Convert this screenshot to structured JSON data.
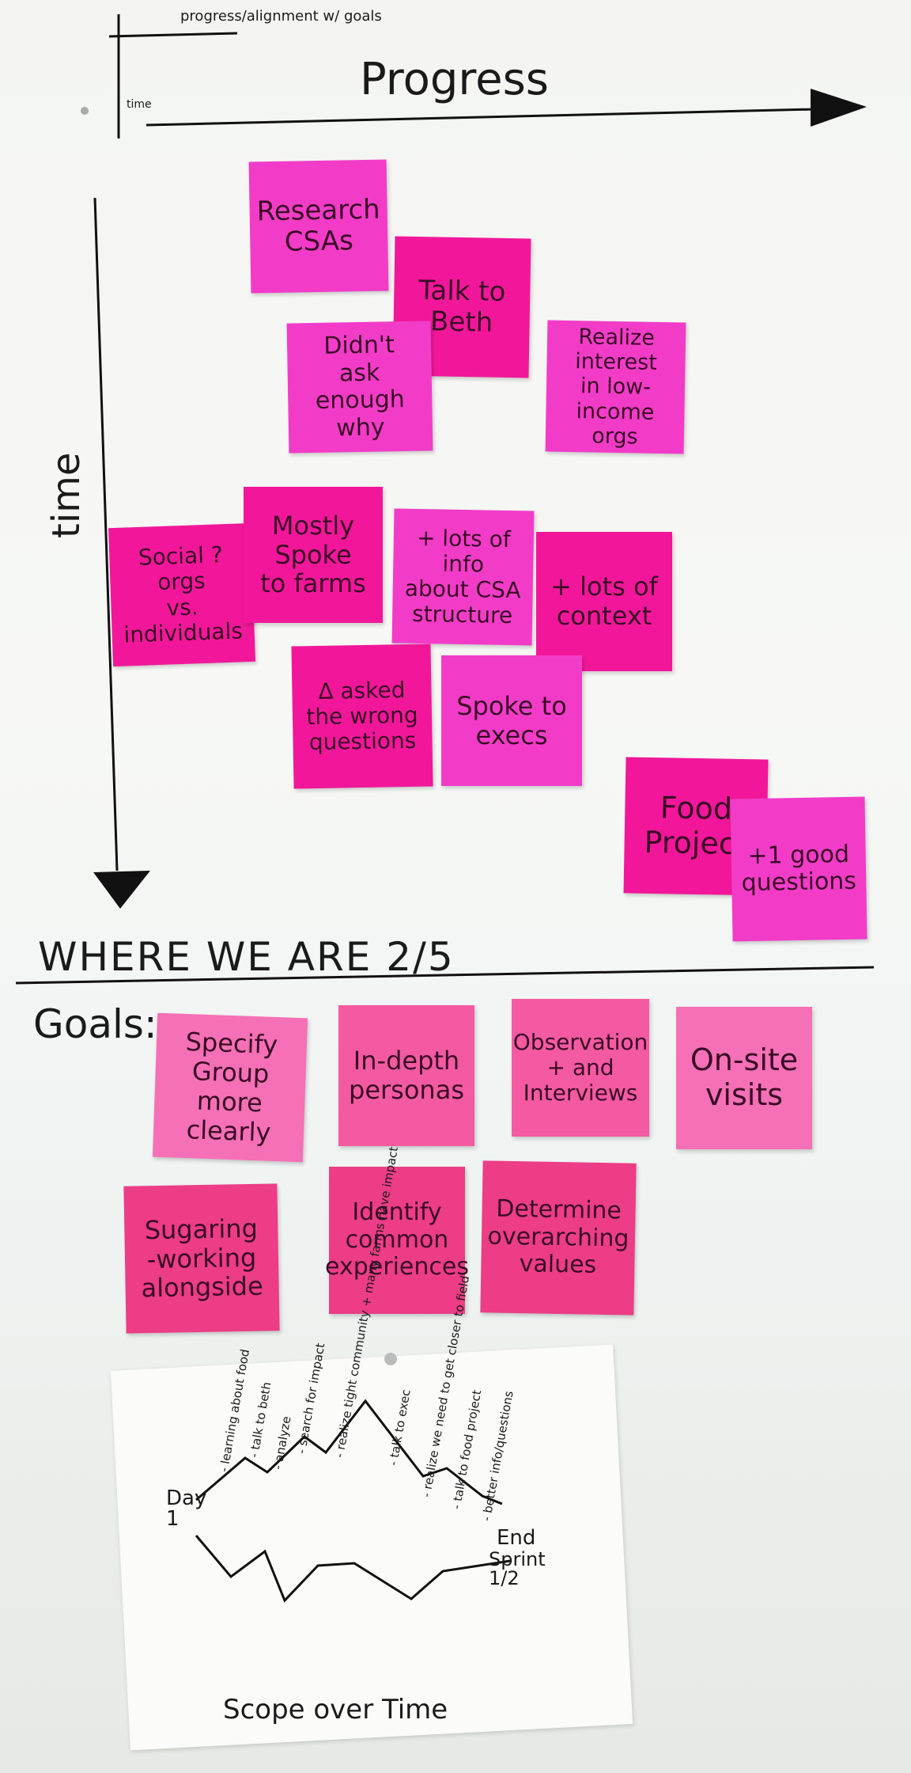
{
  "legend": {
    "axis_note_top": "progress/alignment w/ goals",
    "axis_note_side": "time"
  },
  "headings": {
    "progress": "Progress",
    "time": "time",
    "where_we_are": "WHERE WE ARE 2/5",
    "goals": "Goals:"
  },
  "progress_notes": [
    {
      "text": "Research\nCSAs"
    },
    {
      "text": "Talk to\nBeth"
    },
    {
      "text": "Didn't\nask enough\nwhy"
    },
    {
      "text": "Realize\ninterest\nin low-income\norgs"
    },
    {
      "text": "Social ?\norgs\nvs.\nindividuals"
    },
    {
      "text": "Mostly\nSpoke\nto farms"
    },
    {
      "text": "+ lots of\ninfo\nabout CSA\nstructure"
    },
    {
      "text": "+ lots of\ncontext"
    },
    {
      "text": "Δ asked\nthe wrong\nquestions"
    },
    {
      "text": "Spoke to\nexecs"
    },
    {
      "text": "Food\nProject"
    },
    {
      "text": "+1 good\nquestions"
    }
  ],
  "goal_notes": [
    {
      "text": "Specify\nGroup\nmore\nclearly"
    },
    {
      "text": "In-depth\npersonas"
    },
    {
      "text": "Observation\n+ and\nInterviews"
    },
    {
      "text": "On-site\nvisits"
    },
    {
      "text": "Sugaring\n-working\nalongside"
    },
    {
      "text": "Identify\ncommon\nexperiences"
    },
    {
      "text": "Determine\noverarching\nvalues"
    }
  ],
  "scope_sketch": {
    "title": "Scope over Time",
    "start_label": "Day\n1",
    "end_label": "End",
    "mid_label": "Sprint\n1/2",
    "annotations": [
      "- learning about food",
      "- talk to beth",
      "- analyze",
      "- search for impact",
      "- realize tight community + many farms have impact",
      "- talk to exec",
      "- realize we need to get closer to field",
      "- talk to food project",
      "- better info/questions"
    ]
  }
}
